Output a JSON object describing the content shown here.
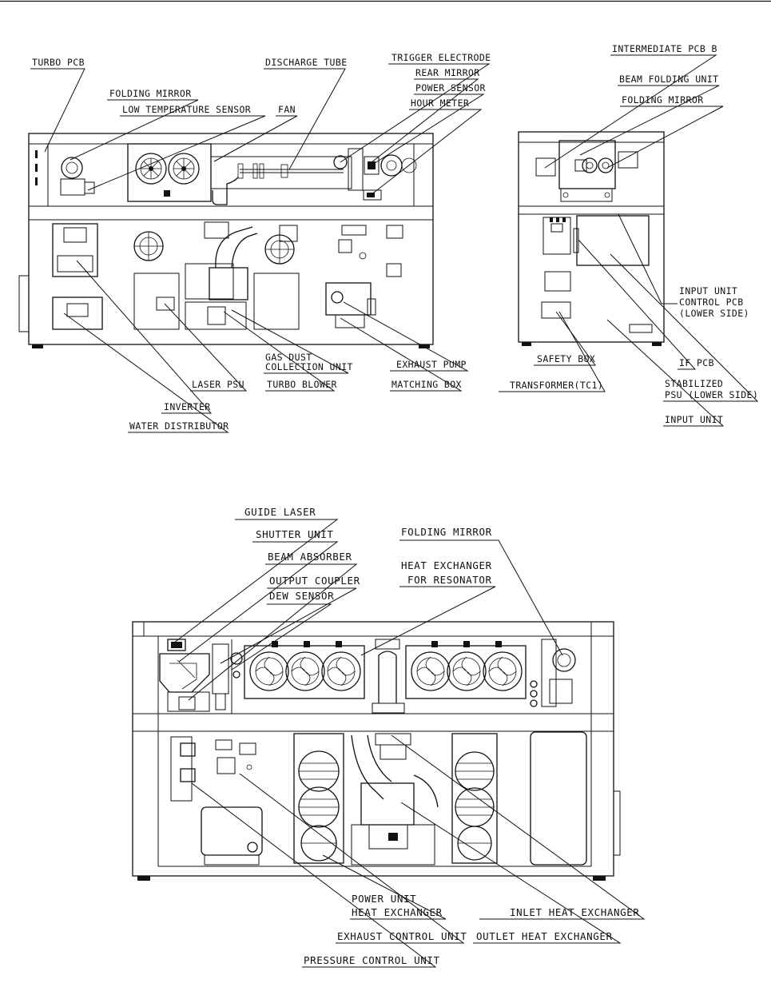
{
  "top_left_view": {
    "labels": {
      "turbo_pcb": "TURBO PCB",
      "folding_mirror": "FOLDING MIRROR",
      "low_temperature_sensor": "LOW TEMPERATURE SENSOR",
      "fan": "FAN",
      "discharge_tube": "DISCHARGE TUBE",
      "trigger_electrode": "TRIGGER ELECTRODE",
      "rear_mirror": "REAR MIRROR",
      "power_sensor": "POWER SENSOR",
      "hour_meter": "HOUR METER",
      "gas_dust_1": "GAS DUST",
      "gas_dust_2": "COLLECTION UNIT",
      "exhaust_pump": "EXHAUST PUMP",
      "laser_psu": "LASER PSU",
      "turbo_blower": "TURBO BLOWER",
      "matching_box": "MATCHING BOX",
      "inverter": "INVERTER",
      "water_distributor": "WATER DISTRIBUTOR"
    }
  },
  "top_right_view": {
    "labels": {
      "intermediate_pcb_b": "INTERMEDIATE PCB B",
      "beam_folding_unit": "BEAM FOLDING UNIT",
      "folding_mirror": "FOLDING MIRROR",
      "input_unit_control_pcb_1": "INPUT UNIT",
      "input_unit_control_pcb_2": "CONTROL PCB",
      "input_unit_control_pcb_3": "(LOWER SIDE)",
      "safety_box": "SAFETY BOX",
      "if_pcb": "IF PCB",
      "transformer": "TRANSFORMER(TC1)",
      "stabilized_psu_1": "STABILIZED",
      "stabilized_psu_2": "PSU (LOWER SIDE)",
      "input_unit": "INPUT UNIT"
    }
  },
  "bottom_view": {
    "labels": {
      "guide_laser": "GUIDE LASER",
      "shutter_unit": "SHUTTER UNIT",
      "beam_absorber": "BEAM ABSORBER",
      "output_coupler": "OUTPUT COUPLER",
      "dew_sensor": "DEW SENSOR",
      "folding_mirror": "FOLDING MIRROR",
      "heat_exchanger_resonator_1": "HEAT EXCHANGER",
      "heat_exchanger_resonator_2": "FOR RESONATOR",
      "power_unit_hx_1": "POWER UNIT",
      "power_unit_hx_2": "HEAT EXCHANGER",
      "inlet_heat_exchanger": "INLET HEAT EXCHANGER",
      "exhaust_control_unit": "EXHAUST CONTROL UNIT",
      "outlet_heat_exchanger": "OUTLET HEAT EXCHANGER",
      "pressure_control_unit": "PRESSURE CONTROL UNIT"
    }
  }
}
